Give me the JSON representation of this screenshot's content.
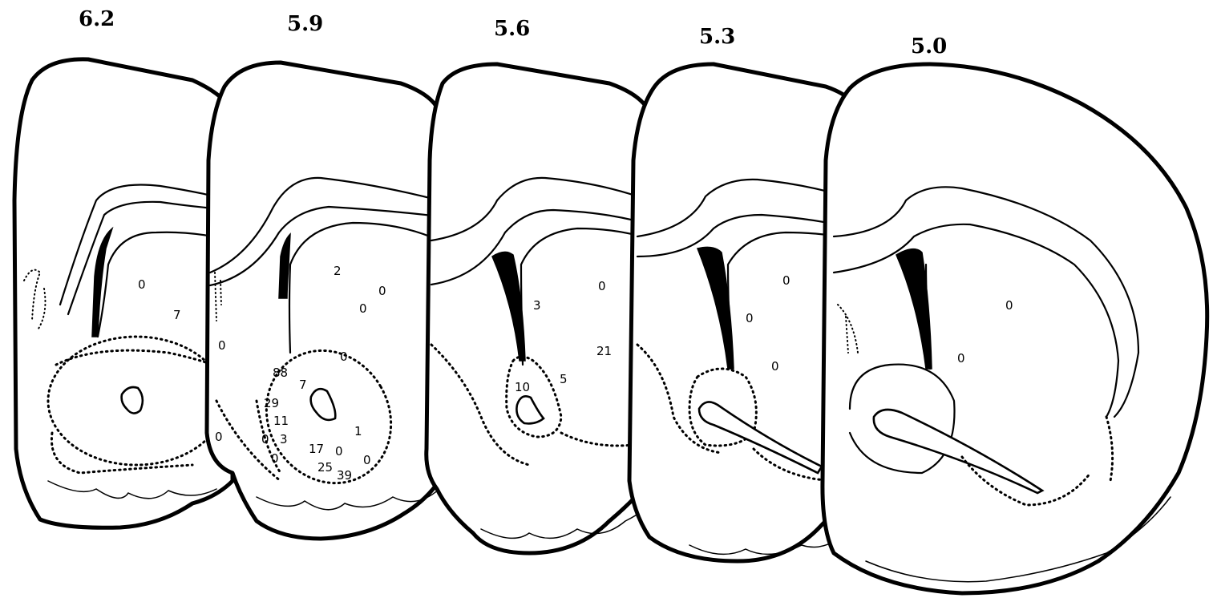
{
  "figure": {
    "sections": [
      {
        "level": "6.2",
        "counts": [
          "0",
          "7"
        ]
      },
      {
        "level": "5.9",
        "counts": [
          "2",
          "0",
          "0",
          "0",
          "0",
          "88",
          "7",
          "29",
          "11",
          "0",
          "3",
          "1",
          "0",
          "17",
          "0",
          "0",
          "25",
          "39",
          "0"
        ]
      },
      {
        "level": "5.6",
        "counts": [
          "3",
          "0",
          "21",
          "5",
          "10"
        ]
      },
      {
        "level": "5.3",
        "counts": [
          "0",
          "0",
          "0"
        ]
      },
      {
        "level": "5.0",
        "counts": [
          "0",
          "0"
        ]
      }
    ]
  }
}
